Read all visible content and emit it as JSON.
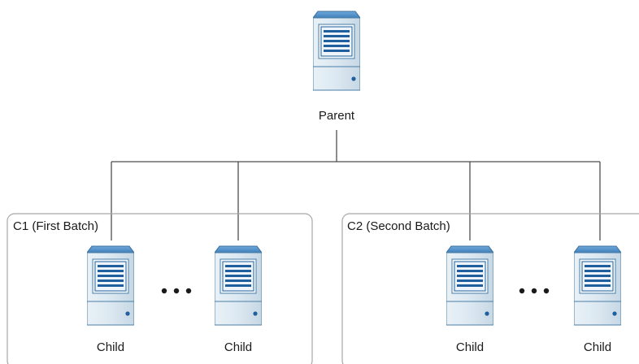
{
  "parent": {
    "label": "Parent",
    "icon": "server-icon"
  },
  "groups": [
    {
      "label": "C1 (First Batch)",
      "children": [
        {
          "label": "Child",
          "icon": "server-icon"
        },
        {
          "label": "Child",
          "icon": "server-icon"
        }
      ],
      "ellipsis_icon": "ellipsis-icon"
    },
    {
      "label": "C2 (Second Batch)",
      "children": [
        {
          "label": "Child",
          "icon": "server-icon"
        },
        {
          "label": "Child",
          "icon": "server-icon"
        }
      ],
      "ellipsis_icon": "ellipsis-icon"
    }
  ],
  "colors": {
    "connector": "#4d4d4d",
    "group_border": "#a6a6a6",
    "server_top": "#5b9bd5",
    "server_body": "#dbe8f1",
    "server_outline": "#4a7fa8",
    "server_screen": "#1f5f9e",
    "led": "#1f5f9e"
  }
}
